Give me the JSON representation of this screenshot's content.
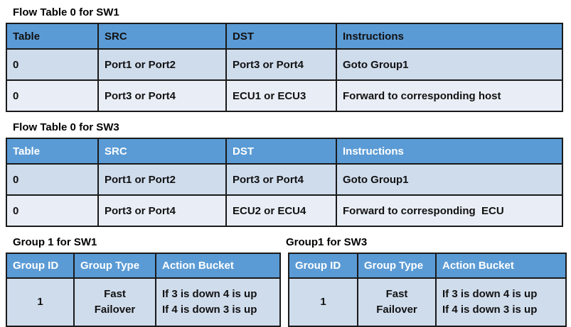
{
  "colors": {
    "header_bg": "#5B9BD5",
    "row_odd": "#CFDCEC",
    "row_even": "#E9EEF6",
    "border": "#1a1a1a",
    "header_text_dark": "#111111",
    "header_text_light": "#FFFFFF",
    "body_text": "#111111"
  },
  "flow_tables": [
    {
      "title": "Flow Table 0 for SW1",
      "headers": [
        "Table",
        "SRC",
        "DST",
        "Instructions"
      ],
      "rows": [
        [
          "0",
          "Port1 or Port2",
          "Port3 or Port4",
          "Goto Group1"
        ],
        [
          "0",
          "Port3 or Port4",
          "ECU1 or ECU3",
          "Forward to corresponding host"
        ]
      ]
    },
    {
      "title": "Flow Table 0 for SW3",
      "headers": [
        "Table",
        "SRC",
        "DST",
        "Instructions"
      ],
      "rows": [
        [
          "0",
          "Port1 or Port2",
          "Port3 or Port4",
          "Goto Group1"
        ],
        [
          "0",
          "Port3 or Port4",
          "ECU2 or ECU4",
          "Forward to corresponding  ECU"
        ]
      ]
    }
  ],
  "group_tables": [
    {
      "title": "Group 1 for SW1",
      "headers": [
        "Group ID",
        "Group Type",
        "Action Bucket"
      ],
      "rows": [
        [
          "1",
          "Fast\nFailover",
          "If 3 is down 4 is up\nIf 4 is down 3 is up"
        ]
      ]
    },
    {
      "title": "Group1 for SW3",
      "headers": [
        "Group ID",
        "Group Type",
        "Action Bucket"
      ],
      "rows": [
        [
          "1",
          "Fast\nFailover",
          "If 3 is down 4 is up\nIf 4 is down 3 is up"
        ]
      ]
    }
  ]
}
